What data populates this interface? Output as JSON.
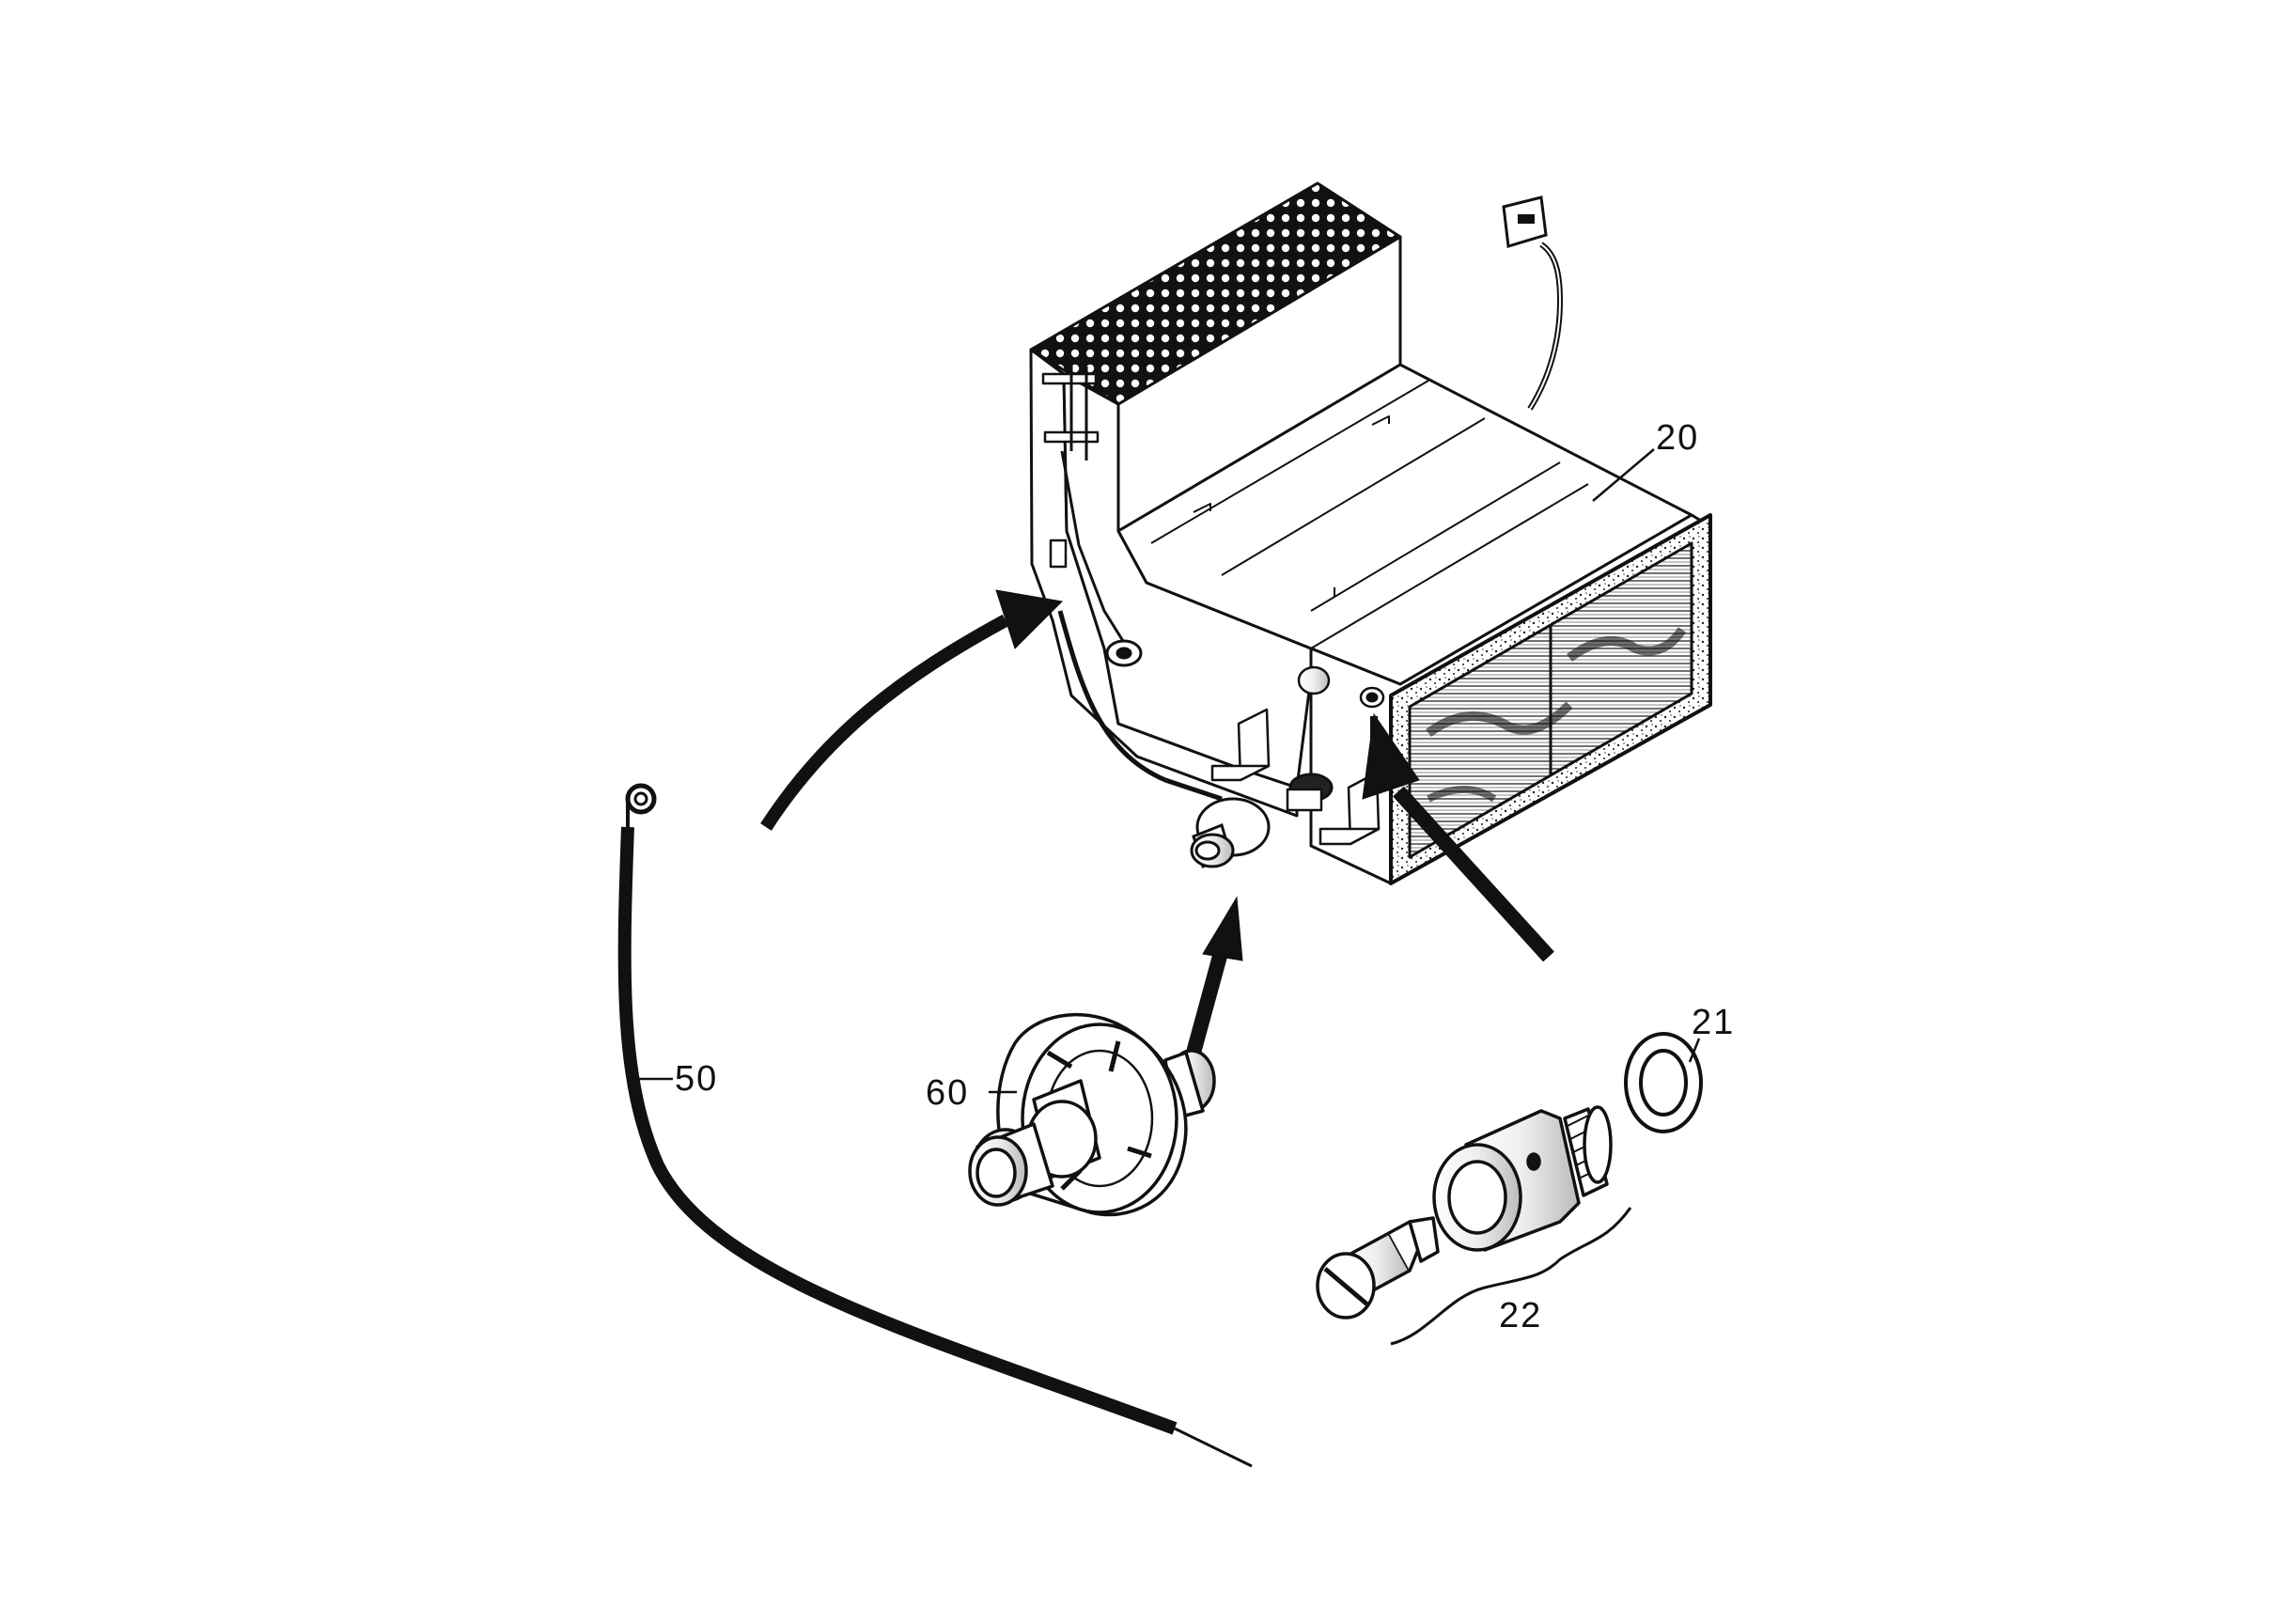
{
  "diagram": {
    "labels": {
      "housing": "20",
      "washer": "21",
      "fitting_set": "22",
      "cable": "50",
      "knob": "60"
    }
  },
  "colors": {
    "ink": "#111111",
    "paper": "#ffffff"
  }
}
